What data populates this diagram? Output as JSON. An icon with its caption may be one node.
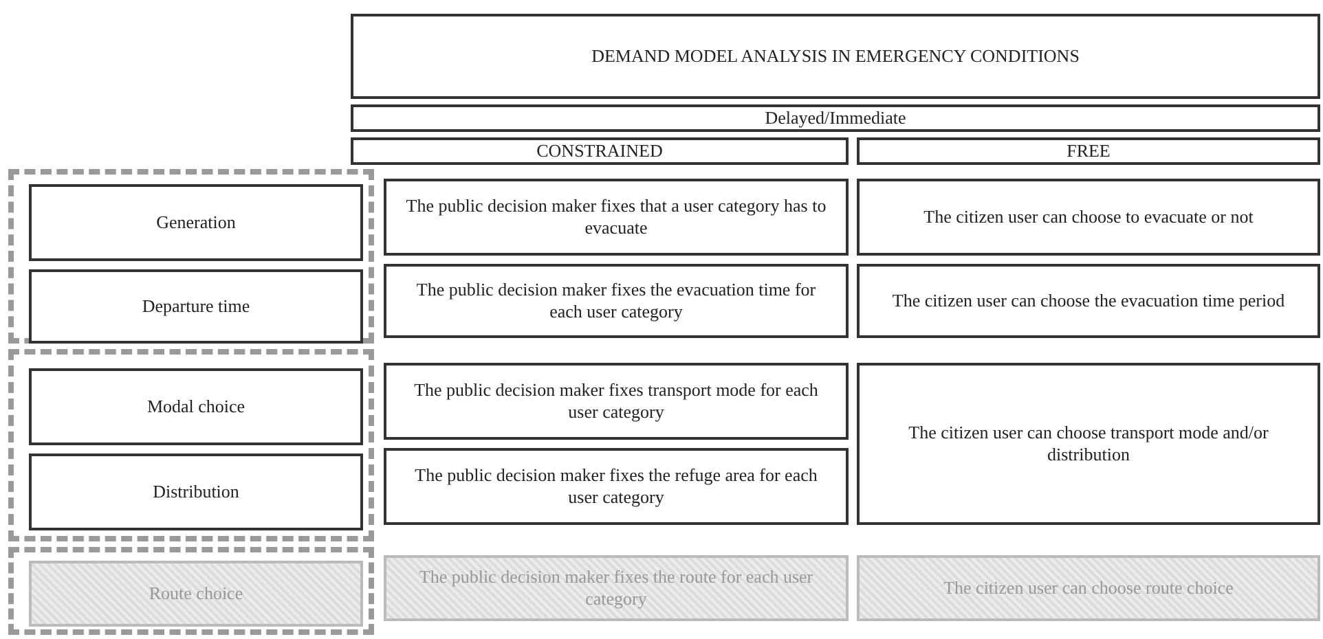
{
  "diagram": {
    "nodes": [
      {
        "text": [
          "DEMAND MODEL ANALYSIS IN EMERGENCY CONDITIONS"
        ]
      },
      {
        "text": [
          "Delayed/Immediate"
        ]
      },
      {
        "text": [
          "CONSTRAINED"
        ]
      },
      {
        "text": [
          "FREE"
        ]
      },
      {
        "text": [],
        "shape": "box"
      },
      {
        "text": [
          "Generation"
        ],
        "in": 4
      },
      {
        "text": [
          "The public decision maker fixes that a user category has to evacuate"
        ]
      },
      {
        "text": [
          "The citizen user can choose to evacuate or not"
        ]
      },
      {
        "text": [
          "Departure time"
        ],
        "in": 4
      },
      {
        "text": [
          "The public decision maker fixes the evacuation time for each user category"
        ]
      },
      {
        "text": [
          "The citizen user can choose the evacuation time period"
        ]
      },
      {
        "text": [],
        "shape": "box"
      },
      {
        "text": [
          "Modal choice"
        ],
        "in": 11
      },
      {
        "text": [
          "The public decision maker fixes transport mode for each user category"
        ]
      },
      {
        "text": [
          "The citizen user can choose transport mode and/or distribution"
        ]
      },
      {
        "text": [
          "Distribution"
        ],
        "in": 11
      },
      {
        "text": [
          "The public decision maker fixes the refuge area for each user category"
        ]
      },
      {
        "text": [],
        "shape": "box"
      },
      {
        "text": [
          "Route choice"
        ],
        "in": 17
      },
      {
        "text": [
          "The public decision maker fixes the route for each user category"
        ]
      },
      {
        "text": [
          "The citizen user can choose route choice"
        ]
      }
    ]
  }
}
